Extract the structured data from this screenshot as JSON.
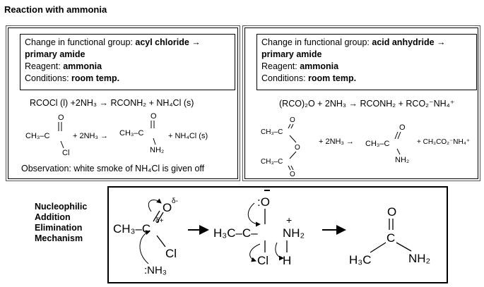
{
  "heading": "Reaction with ammonia",
  "left_panel": {
    "change_label": "Change in functional group:",
    "change_value": "acyl chloride → primary amide",
    "reagent_label": "Reagent:",
    "reagent_value": "ammonia",
    "conditions_label": "Conditions:",
    "conditions_value": "room temp.",
    "equation": "RCOCl (l) +2NH₃ → RCONH₂ + NH₄Cl (s)",
    "structure_eq": {
      "reactant": "CH₃–C",
      "o_atom": "O",
      "cl_atom": "Cl",
      "plus_nh3": "+ 2NH₃ →",
      "product": "CH₃–C",
      "product_o": "O",
      "product_nh2": "NH₂",
      "byproduct": "+ NH₄Cl (s)"
    },
    "observation": "Observation: white smoke of NH₄Cl is given off"
  },
  "right_panel": {
    "change_label": "Change in functional group:",
    "change_value": "acid anhydride → primary amide",
    "reagent_label": "Reagent:",
    "reagent_value": "ammonia",
    "conditions_label": "Conditions:",
    "conditions_value": "room temp.",
    "equation": "(RCO)₂O  + 2NH₃ → RCONH₂ + RCO₂⁻NH₄⁺",
    "structure_eq": {
      "top_group": "CH₃–C",
      "bottom_group": "CH₃–C",
      "o_atom": "O",
      "plus_nh3": "+ 2NH₃ →",
      "product": "CH₃–C",
      "product_o": "O",
      "product_nh2": "NH₂",
      "byproduct": "+ CH₃CO₂⁻NH₄⁺"
    }
  },
  "mechanism": {
    "label_lines": [
      "Nucleophilic",
      "Addition",
      "Elimination",
      "Mechanism"
    ],
    "step1": {
      "ch3c": "CH₃–C",
      "delta_plus": "δ+",
      "o": "O",
      "delta_minus": "δ-",
      "cl": "Cl",
      "nh3": ":NH₃"
    },
    "step2": {
      "h3c": "H₃C–C–",
      "o": ":O",
      "nh2": "NH₂",
      "plus": "+",
      "cl": "Cl",
      "h": "H"
    },
    "step3": {
      "o": "O",
      "c": "C",
      "h3c": "H₃C",
      "nh2": "NH₂"
    }
  }
}
